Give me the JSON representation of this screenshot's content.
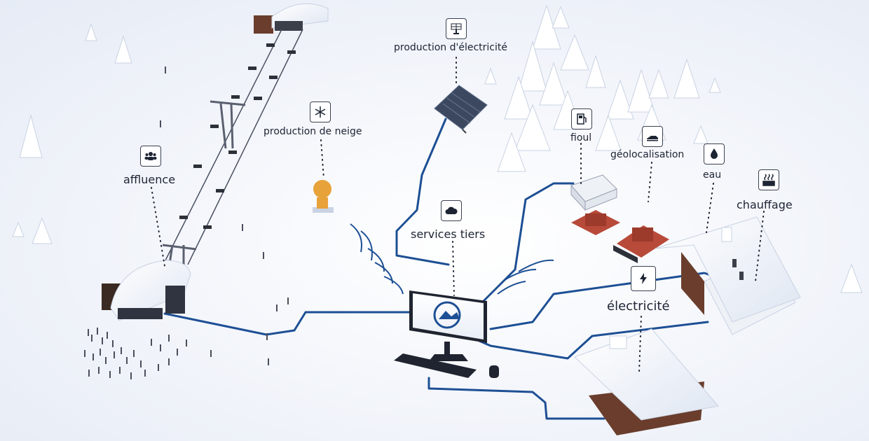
{
  "labels": {
    "production_electricite": "production d'électricité",
    "production_neige": "production de neige",
    "affluence": "affluence",
    "fioul": "fioul",
    "geolocalisation": "géolocalisation",
    "eau": "eau",
    "chauffage": "chauffage",
    "services_tiers": "services tiers",
    "electricite": "électricité"
  },
  "colors": {
    "network_line": "#1d4f94",
    "snow": "#ffffff",
    "icon_border": "#3a4252",
    "text": "#1d2433",
    "groomer": "#b84a3a",
    "snow_cannon": "#e8a23a",
    "wood": "#6a3d2c"
  },
  "icons": {
    "production_electricite": "solar-panel-icon",
    "production_neige": "snowflake-icon",
    "affluence": "people-group-icon",
    "fioul": "fuel-pump-icon",
    "geolocalisation": "snowmobile-icon",
    "eau": "water-drop-icon",
    "chauffage": "heater-icon",
    "services_tiers": "cloud-icon",
    "electricite": "lightning-icon"
  }
}
